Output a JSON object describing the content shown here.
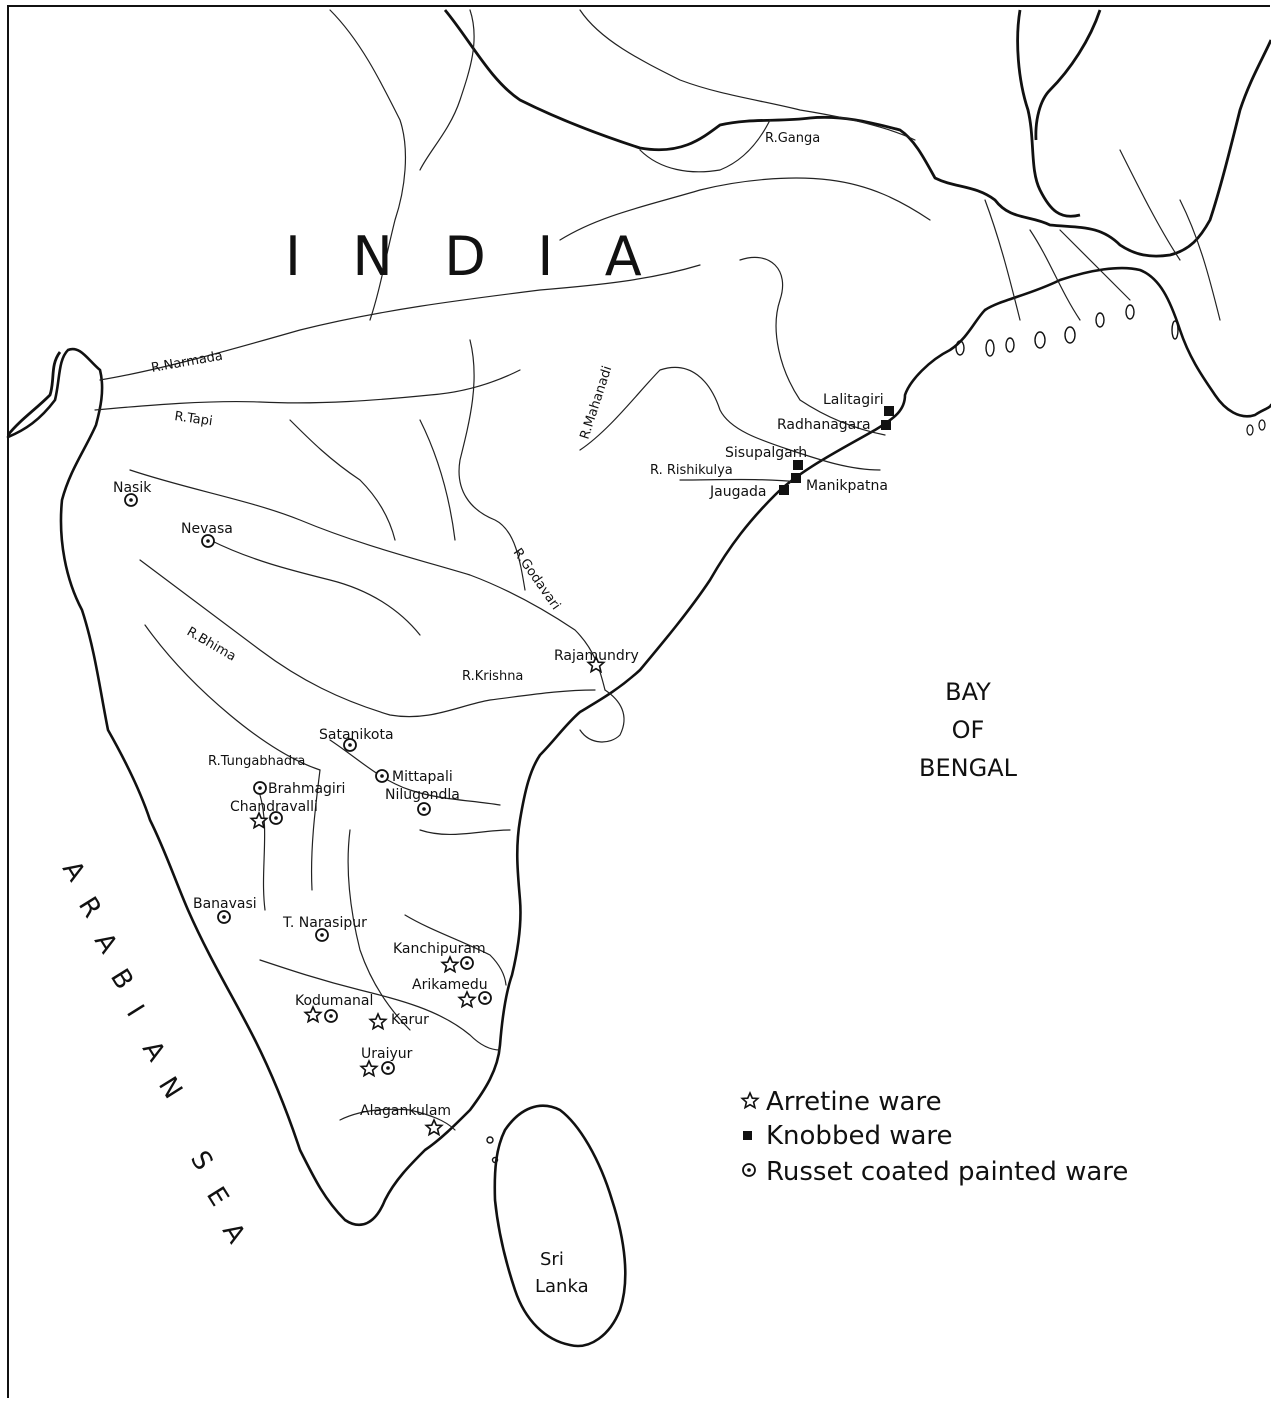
{
  "map": {
    "country_label": "INDIA",
    "sea_label": "ARABIAN SEA",
    "bay_label_lines": [
      "BAY",
      "OF",
      "BENGAL"
    ],
    "island_label_lines": [
      "Sri",
      "Lanka"
    ]
  },
  "rivers": [
    {
      "label": "R.Ganga"
    },
    {
      "label": "R.Narmada"
    },
    {
      "label": "R.Tapi"
    },
    {
      "label": "R.Mahanadi"
    },
    {
      "label": "R. Rishikulya"
    },
    {
      "label": "R.Godavari"
    },
    {
      "label": "R.Bhima"
    },
    {
      "label": "R.Krishna"
    },
    {
      "label": "R.Tungabhadra"
    }
  ],
  "sites": [
    {
      "name": "Lalitagiri",
      "wares": [
        "knobbed"
      ]
    },
    {
      "name": "Radhanagara",
      "wares": [
        "knobbed"
      ]
    },
    {
      "name": "Sisupalgarh",
      "wares": [
        "knobbed"
      ]
    },
    {
      "name": "Manikpatna",
      "wares": [
        "knobbed"
      ]
    },
    {
      "name": "Jaugada",
      "wares": [
        "knobbed"
      ]
    },
    {
      "name": "Nasik",
      "wares": [
        "russet"
      ]
    },
    {
      "name": "Nevasa",
      "wares": [
        "russet"
      ]
    },
    {
      "name": "Rajamundry",
      "wares": [
        "arretine"
      ]
    },
    {
      "name": "Satanikota",
      "wares": [
        "russet"
      ]
    },
    {
      "name": "Brahmagiri",
      "wares": [
        "russet"
      ]
    },
    {
      "name": "Mittapali",
      "wares": [
        "russet"
      ]
    },
    {
      "name": "Nilugondla",
      "wares": [
        "russet"
      ]
    },
    {
      "name": "Chandravalli",
      "wares": [
        "arretine",
        "russet"
      ]
    },
    {
      "name": "Banavasi",
      "wares": [
        "russet"
      ]
    },
    {
      "name": "T. Narasipur",
      "wares": [
        "russet"
      ]
    },
    {
      "name": "Kanchipuram",
      "wares": [
        "arretine",
        "russet"
      ]
    },
    {
      "name": "Arikamedu",
      "wares": [
        "arretine",
        "russet"
      ]
    },
    {
      "name": "Kodumanal",
      "wares": [
        "arretine",
        "russet"
      ]
    },
    {
      "name": "Karur",
      "wares": [
        "arretine"
      ]
    },
    {
      "name": "Uraiyur",
      "wares": [
        "arretine",
        "russet"
      ]
    },
    {
      "name": "Alagankulam",
      "wares": [
        "arretine"
      ]
    }
  ],
  "legend": {
    "items": [
      {
        "symbol": "arretine",
        "label": "Arretine ware"
      },
      {
        "symbol": "knobbed",
        "label": "Knobbed ware"
      },
      {
        "symbol": "russet",
        "label": "Russet coated painted ware"
      }
    ]
  }
}
